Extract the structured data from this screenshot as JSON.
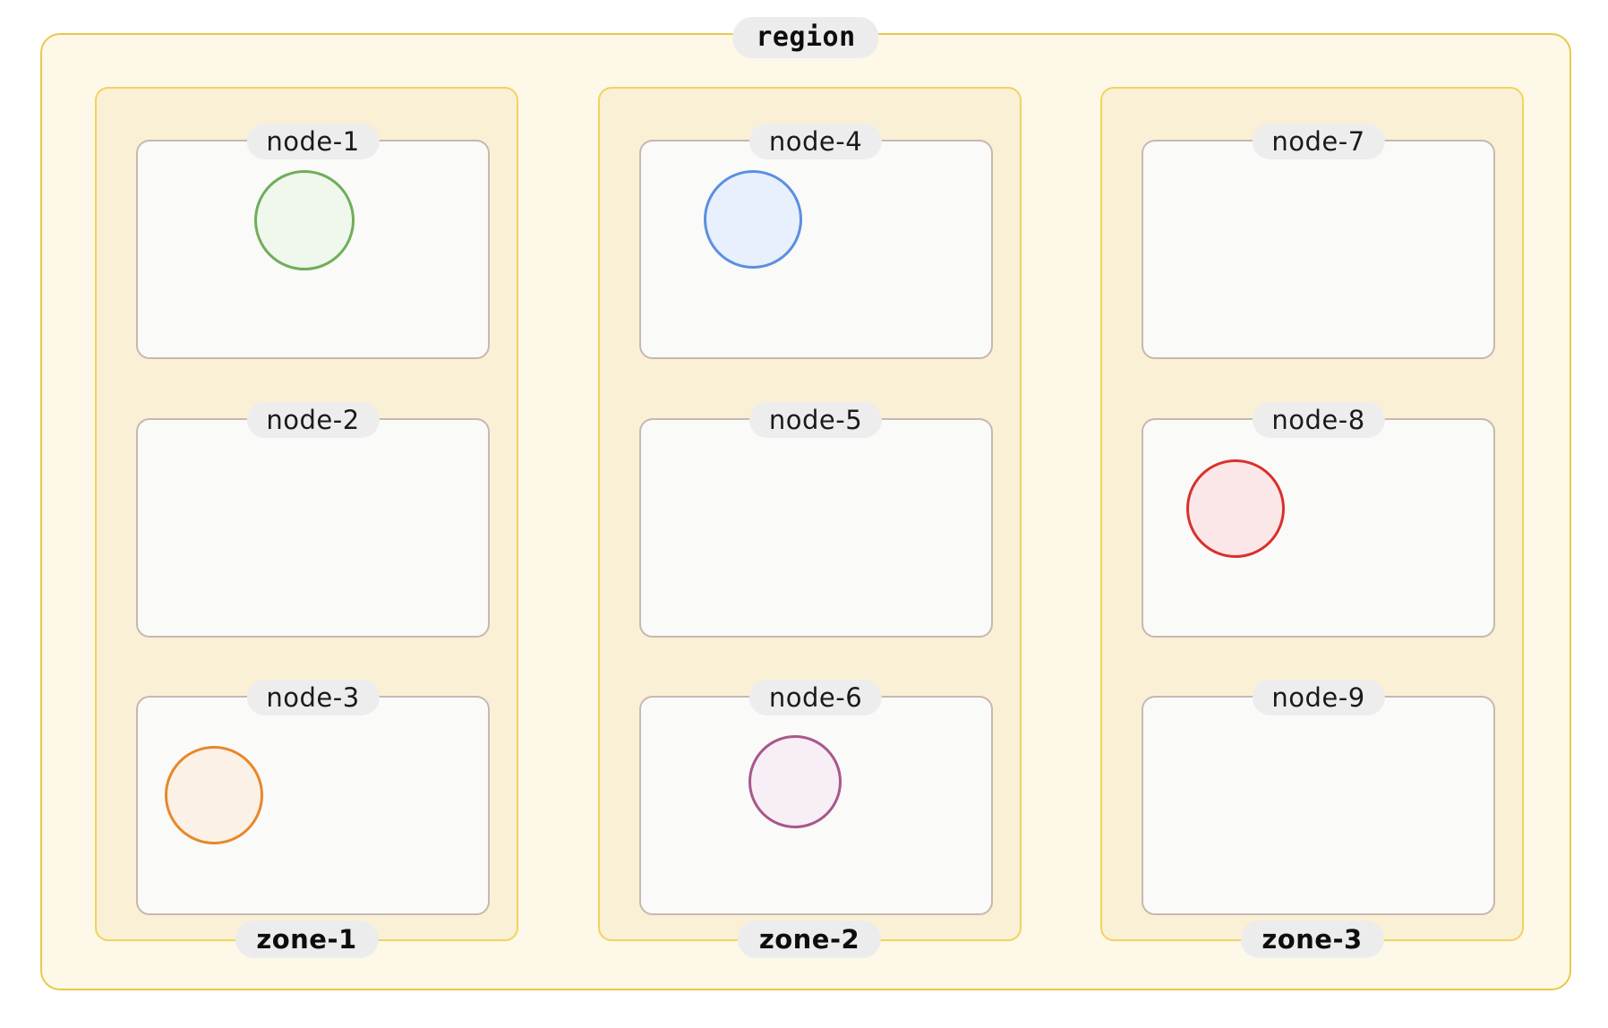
{
  "region": {
    "label": "region",
    "border_color": "#e9c84a",
    "background_color": "#fdf8e7"
  },
  "zones": [
    {
      "id": "zone-1",
      "label": "zone-1",
      "border_color": "#f2d35c",
      "background_color": "#faf0d5",
      "nodes": [
        {
          "id": "node-1",
          "label": "node-1",
          "circle": {
            "present": true,
            "color_name": "green",
            "stroke": "#6fad5b",
            "fill": "#f0f7ed",
            "diameter": 112
          }
        },
        {
          "id": "node-2",
          "label": "node-2",
          "circle": {
            "present": false
          }
        },
        {
          "id": "node-3",
          "label": "node-3",
          "circle": {
            "present": true,
            "color_name": "orange",
            "stroke": "#e8872a",
            "fill": "#fbf1e7",
            "diameter": 110
          }
        }
      ]
    },
    {
      "id": "zone-2",
      "label": "zone-2",
      "border_color": "#f2d35c",
      "background_color": "#faf0d5",
      "nodes": [
        {
          "id": "node-4",
          "label": "node-4",
          "circle": {
            "present": true,
            "color_name": "blue",
            "stroke": "#5b8fe0",
            "fill": "#e8f0fd",
            "diameter": 110
          }
        },
        {
          "id": "node-5",
          "label": "node-5",
          "circle": {
            "present": false
          }
        },
        {
          "id": "node-6",
          "label": "node-6",
          "circle": {
            "present": true,
            "color_name": "purple",
            "stroke": "#a8578c",
            "fill": "#f7eff5",
            "diameter": 104
          }
        }
      ]
    },
    {
      "id": "zone-3",
      "label": "zone-3",
      "border_color": "#f2d35c",
      "background_color": "#faf0d5",
      "nodes": [
        {
          "id": "node-7",
          "label": "node-7",
          "circle": {
            "present": false
          }
        },
        {
          "id": "node-8",
          "label": "node-8",
          "circle": {
            "present": true,
            "color_name": "red",
            "stroke": "#d9302c",
            "fill": "#fbe7e7",
            "diameter": 110
          }
        },
        {
          "id": "node-9",
          "label": "node-9",
          "circle": {
            "present": false
          }
        }
      ]
    }
  ],
  "node_style": {
    "border_color": "#c6b8b1",
    "background_color": "#fafaf8"
  },
  "label_pill": {
    "background_color": "#ececed",
    "text_color": "#0d0d0d"
  }
}
